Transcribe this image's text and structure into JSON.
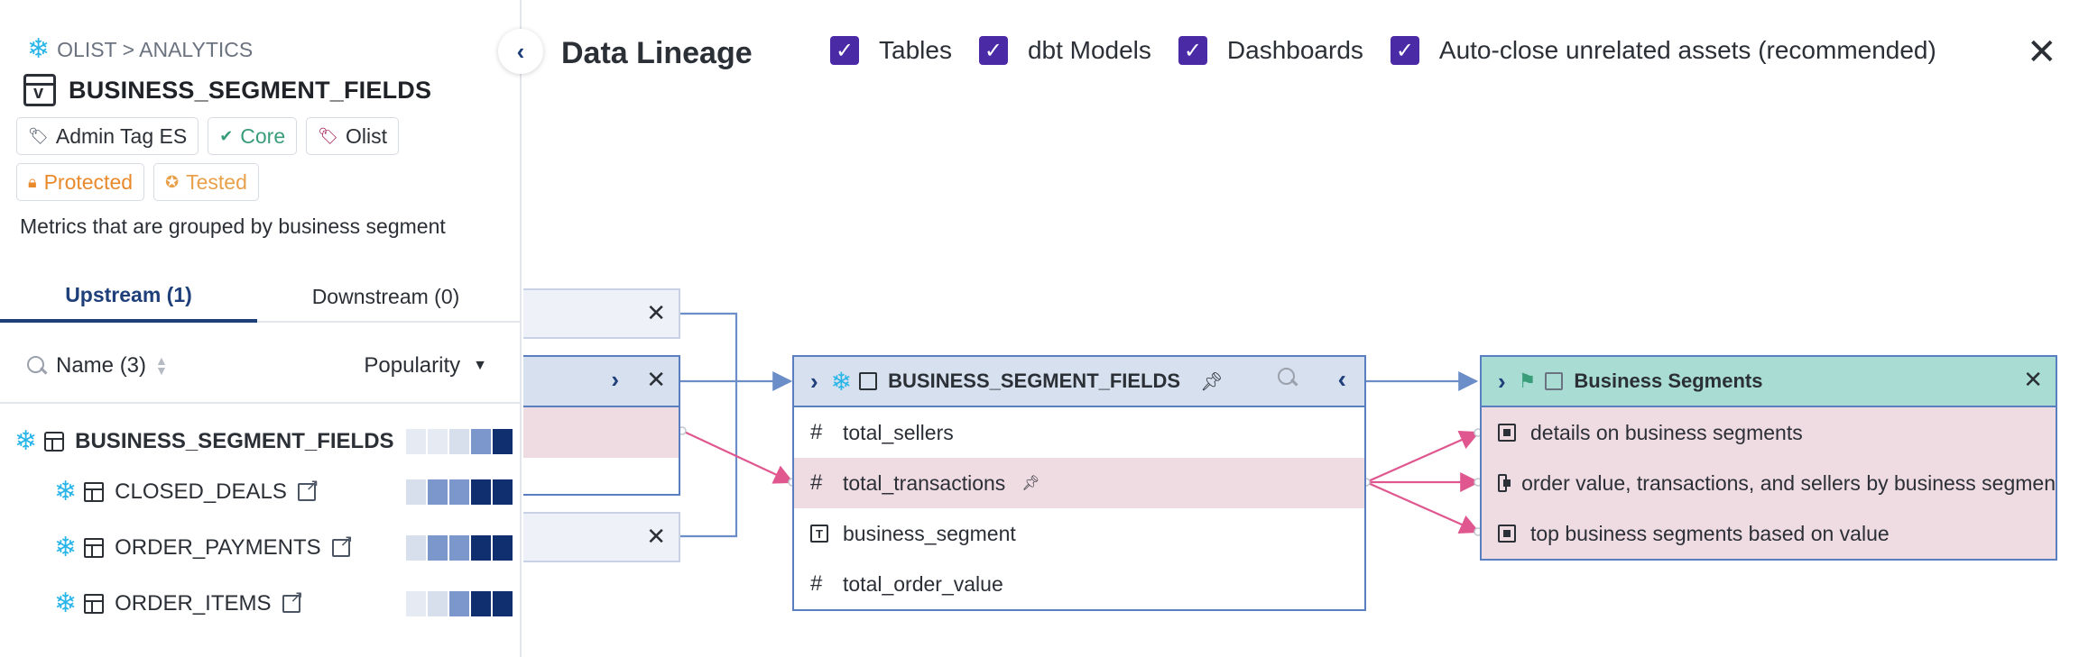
{
  "left_panel": {
    "breadcrumb": "OLIST > ANALYTICS",
    "asset_title": "BUSINESS_SEGMENT_FIELDS",
    "tags_row1": [
      {
        "label": "Admin Tag ES",
        "color": "#4b5563",
        "icon": "tag-icon"
      },
      {
        "label": "Core",
        "color": "#3a9d7a",
        "icon": "check-circle-icon"
      },
      {
        "label": "Olist",
        "color": "#2b2f36",
        "icon": "tag-icon",
        "icon_color": "#a01552"
      }
    ],
    "tags_row2": [
      {
        "label": "Protected",
        "color": "#e8892b",
        "icon": "lock-icon"
      },
      {
        "label": "Tested",
        "color": "#e8a04a",
        "icon": "award-icon"
      }
    ],
    "description": "Metrics that are grouped by business segment",
    "tabs": [
      {
        "label": "Upstream (1)",
        "active": true
      },
      {
        "label": "Downstream (0)",
        "active": false
      }
    ],
    "sort": {
      "name_label": "Name (3)",
      "popularity_label": "Popularity"
    },
    "tree": {
      "root": {
        "label": "BUSINESS_SEGMENT_FIELDS",
        "popularity": 2
      },
      "children": [
        {
          "label": "CLOSED_DEALS",
          "popularity": 4
        },
        {
          "label": "ORDER_PAYMENTS",
          "popularity": 4
        },
        {
          "label": "ORDER_ITEMS",
          "popularity": 3
        }
      ]
    }
  },
  "header": {
    "title": "Data Lineage",
    "filters": [
      {
        "label": "Tables",
        "checked": true
      },
      {
        "label": "dbt Models",
        "checked": true
      },
      {
        "label": "Dashboards",
        "checked": true
      },
      {
        "label": "Auto-close unrelated assets (recommended)",
        "checked": true
      }
    ]
  },
  "canvas": {
    "center_node": {
      "title": "BUSINESS_SEGMENT_FIELDS",
      "fields": [
        {
          "name": "total_sellers",
          "type": "number",
          "highlighted": false
        },
        {
          "name": "total_transactions",
          "type": "number",
          "highlighted": true,
          "pinned": true
        },
        {
          "name": "business_segment",
          "type": "text",
          "highlighted": false
        },
        {
          "name": "total_order_value",
          "type": "number",
          "highlighted": false
        }
      ]
    },
    "dashboard_node": {
      "title": "Business Segments",
      "header_color": "#a9ddd3",
      "items": [
        "details on business segments",
        "order value, transactions, and sellers by business segmen",
        "top business segments based on value"
      ]
    }
  },
  "colors": {
    "brand_accent": "#1f3f7a",
    "checkbox": "#4b2aa6",
    "edge_blue": "#6c8ec8",
    "edge_pink": "#e0578f",
    "highlight_row": "#efdbe2",
    "snowflake": "#29b5e8"
  }
}
